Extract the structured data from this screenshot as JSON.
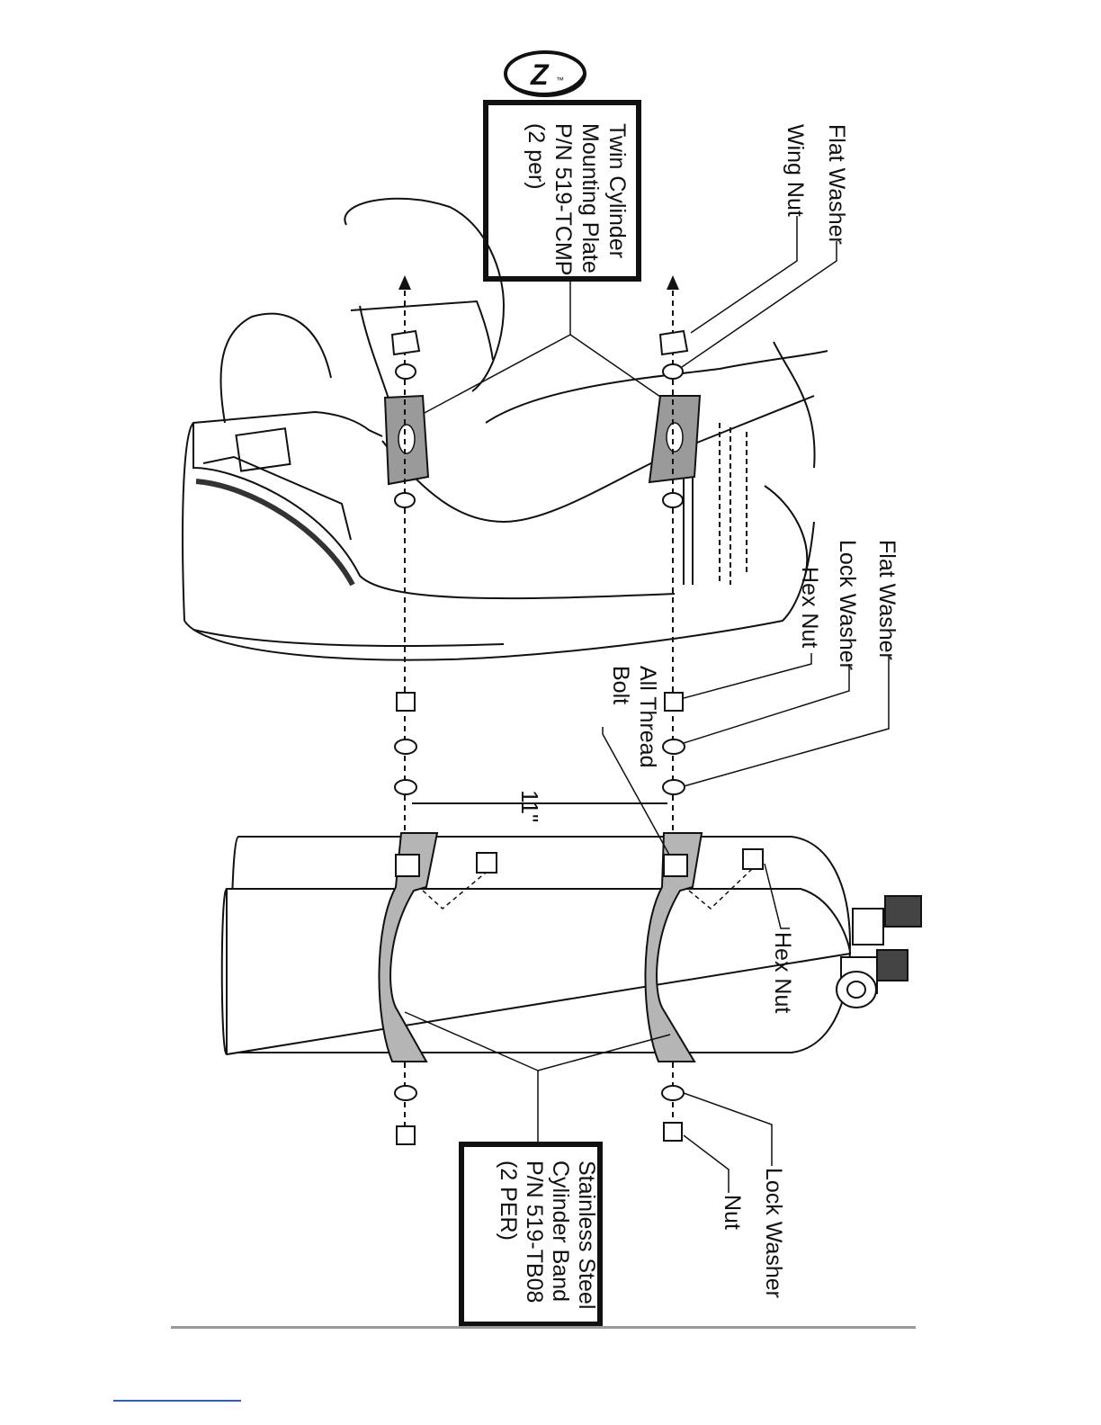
{
  "logo": {
    "text": "Z",
    "tm": "™"
  },
  "labels": {
    "flat_washer_top": "Flat Washer",
    "wing_nut": "Wing Nut",
    "flat_washer_mid": "Flat Washer",
    "lock_washer_mid": "Lock Washer",
    "hex_nut_mid": "Hex Nut",
    "all_thread_bolt": [
      "All Thread",
      "Bolt"
    ],
    "dimension": "11\"",
    "hex_nut_lower": "Hex Nut",
    "lock_washer_bottom": "Lock Washer",
    "nut_bottom": "Nut"
  },
  "boxes": {
    "mounting_plate": [
      "Twin Cylinder",
      "Mounting Plate",
      "P/N 519-TCMP",
      "(2 per)"
    ],
    "cylinder_band": [
      "Stainless Steel",
      "Cylinder Band",
      "P/N 519-TB08",
      "(2 PER)"
    ]
  },
  "colors": {
    "line": "#111111",
    "band": "#b5b5b5",
    "footer_rule": "#9a9a9a",
    "link_rule": "#3358c8"
  }
}
